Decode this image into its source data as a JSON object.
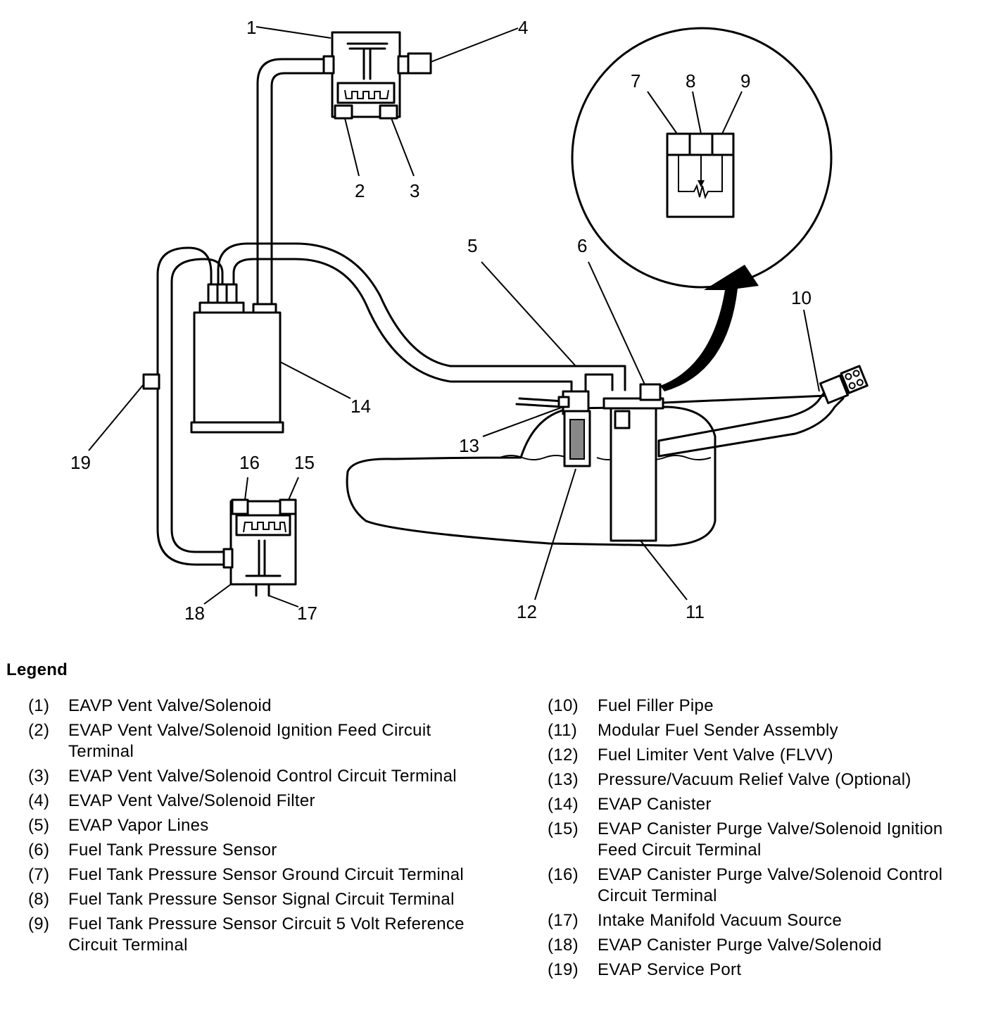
{
  "callouts": [
    "1",
    "2",
    "3",
    "4",
    "5",
    "6",
    "7",
    "8",
    "9",
    "10",
    "11",
    "12",
    "13",
    "14",
    "15",
    "16",
    "17",
    "18",
    "19"
  ],
  "legend": {
    "title": "Legend",
    "left": [
      {
        "num": "(1)",
        "text": "EAVP Vent Valve/Solenoid"
      },
      {
        "num": "(2)",
        "text": "EVAP Vent Valve/Solenoid Ignition Feed Circuit Terminal"
      },
      {
        "num": "(3)",
        "text": "EVAP Vent Valve/Solenoid Control Circuit Terminal"
      },
      {
        "num": "(4)",
        "text": "EVAP Vent Valve/Solenoid Filter"
      },
      {
        "num": "(5)",
        "text": "EVAP Vapor Lines"
      },
      {
        "num": "(6)",
        "text": "Fuel Tank Pressure Sensor"
      },
      {
        "num": "(7)",
        "text": "Fuel Tank Pressure Sensor Ground Circuit Terminal"
      },
      {
        "num": "(8)",
        "text": "Fuel Tank Pressure Sensor Signal Circuit Terminal"
      },
      {
        "num": "(9)",
        "text": "Fuel Tank Pressure Sensor Circuit 5 Volt Reference Circuit Terminal"
      }
    ],
    "right": [
      {
        "num": "(10)",
        "text": "Fuel Filler Pipe"
      },
      {
        "num": "(11)",
        "text": "Modular Fuel Sender Assembly"
      },
      {
        "num": "(12)",
        "text": "Fuel Limiter Vent Valve (FLVV)"
      },
      {
        "num": "(13)",
        "text": "Pressure/Vacuum Relief Valve (Optional)"
      },
      {
        "num": "(14)",
        "text": "EVAP Canister"
      },
      {
        "num": "(15)",
        "text": "EVAP Canister Purge Valve/Solenoid Ignition Feed Circuit Terminal"
      },
      {
        "num": "(16)",
        "text": "EVAP Canister Purge Valve/Solenoid Control Circuit Terminal"
      },
      {
        "num": "(17)",
        "text": "Intake Manifold Vacuum Source"
      },
      {
        "num": "(18)",
        "text": "EVAP Canister Purge Valve/Solenoid"
      },
      {
        "num": "(19)",
        "text": "EVAP Service Port"
      }
    ]
  }
}
